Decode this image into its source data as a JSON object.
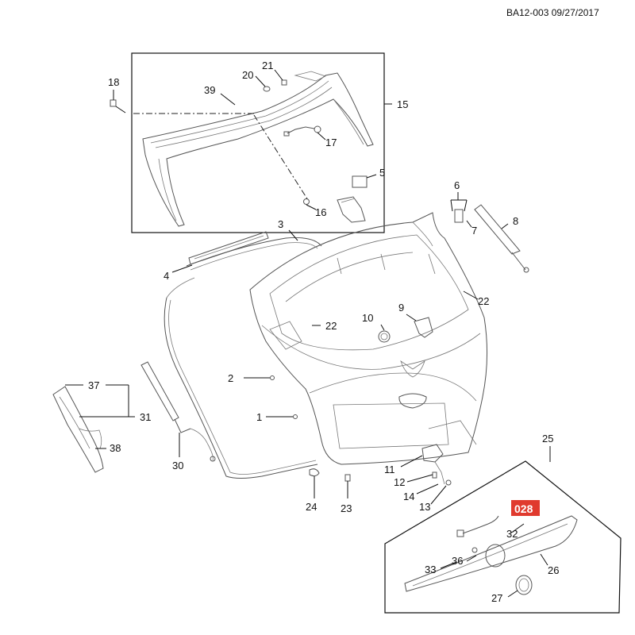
{
  "header": {
    "ref": "BA12-003 09/27/2017"
  },
  "highlight": {
    "label": "028",
    "color": "#e03a2e"
  },
  "callouts": {
    "c1": "1",
    "c2": "2",
    "c3": "3",
    "c4": "4",
    "c5": "5",
    "c6": "6",
    "c7": "7",
    "c8": "8",
    "c9": "9",
    "c10": "10",
    "c11": "11",
    "c12": "12",
    "c13": "13",
    "c14": "14",
    "c15": "15",
    "c16": "16",
    "c17": "17",
    "c18": "18",
    "c20": "20",
    "c21": "21",
    "c22a": "22",
    "c22b": "22",
    "c23": "23",
    "c24": "24",
    "c25": "25",
    "c26": "26",
    "c27": "27",
    "c30": "30",
    "c31": "31",
    "c32": "32",
    "c33": "33",
    "c36": "36",
    "c37": "37",
    "c38": "38",
    "c39": "39"
  }
}
